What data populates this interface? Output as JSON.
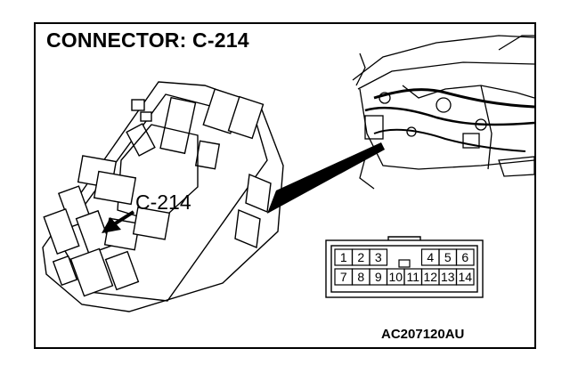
{
  "header": {
    "title": "CONNECTOR: C-214"
  },
  "callout": {
    "label": "C-214"
  },
  "footer": {
    "code": "AC207120AU"
  },
  "connector_face": {
    "top_row": [
      "1",
      "2",
      "3",
      "",
      "",
      "4",
      "5",
      "6"
    ],
    "bottom_row": [
      "7",
      "8",
      "9",
      "10",
      "11",
      "12",
      "13",
      "14"
    ]
  }
}
